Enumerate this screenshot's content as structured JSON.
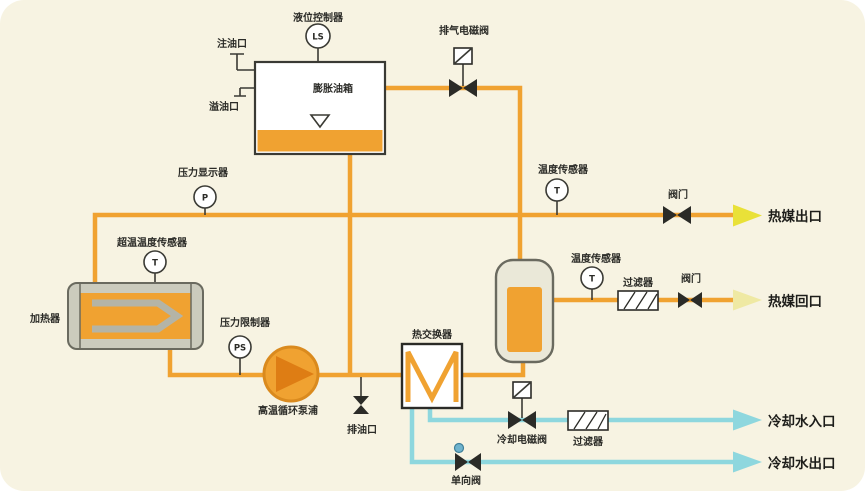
{
  "colors": {
    "background": "#f7f3e2",
    "hot_pipe": "#f0a231",
    "cool_pipe": "#8ed7de",
    "hot_outlet_arrow": "#e9e138",
    "hot_return_arrow": "#efe9a3",
    "cool_arrow": "#8ed7de",
    "outline": "#2b2b27"
  },
  "labels": {
    "level_controller": "液位控制器",
    "fill_port": "注油口",
    "overflow_port": "溢油口",
    "expansion_tank": "膨胀油箱",
    "exhaust_solenoid_valve": "排气电磁阀",
    "pressure_display": "压力显示器",
    "temp_sensor_supply": "温度传感器",
    "supply_valve": "阀门",
    "hot_media_outlet": "热媒出口",
    "overtemp_sensor": "超温温度传感器",
    "heater": "加热器",
    "pressure_limiter": "压力限制器",
    "pump": "高温循环泵浦",
    "oil_drain_port": "排油口",
    "heat_exchanger": "热交换器",
    "temp_sensor_return": "温度传感器",
    "return_filter": "过滤器",
    "return_valve": "阀门",
    "hot_media_return": "热媒回口",
    "cooling_solenoid_valve": "冷却电磁阀",
    "cooling_filter": "过滤器",
    "cooling_water_inlet": "冷却水入口",
    "check_valve": "单向阀",
    "cooling_water_outlet": "冷却水出口"
  },
  "sensor_tags": {
    "level_switch": "LS",
    "pressure": "P",
    "temperature_supply": "T",
    "overtemperature": "T",
    "pressure_switch": "PS",
    "temperature_return": "T"
  }
}
